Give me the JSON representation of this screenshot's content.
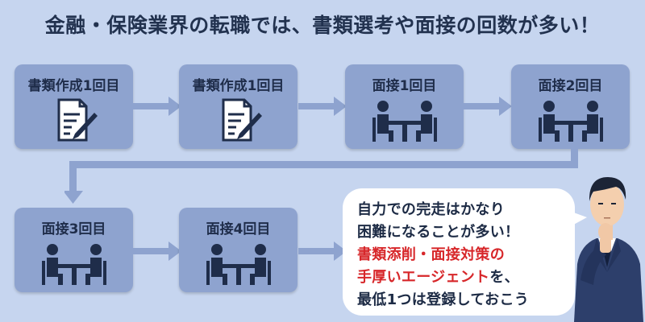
{
  "title": "金融・保険業界の転職では、書類選考や面接の回数が多い！",
  "steps": [
    {
      "label": "書類作成1回目",
      "icon": "document-pen-icon"
    },
    {
      "label": "書類作成1回目",
      "icon": "document-pen-icon"
    },
    {
      "label": "面接1回目",
      "icon": "interview-icon"
    },
    {
      "label": "面接2回目",
      "icon": "interview-icon"
    },
    {
      "label": "面接3回目",
      "icon": "interview-icon"
    },
    {
      "label": "面接4回目",
      "icon": "interview-icon"
    }
  ],
  "bubble": {
    "line1": "自力での完走はかなり",
    "line2": "困難になることが多い！",
    "line3": "書類添削・面接対策の",
    "line4_red": "手厚いエージェント",
    "line4_dark": "を、",
    "line5": "最低1つは登録しておこう"
  },
  "colors": {
    "background": "#c6d5ef",
    "box": "#8ea3cf",
    "arrow": "#8ea3cf",
    "dark_text": "#1d2b45",
    "accent_red": "#d7272a"
  }
}
